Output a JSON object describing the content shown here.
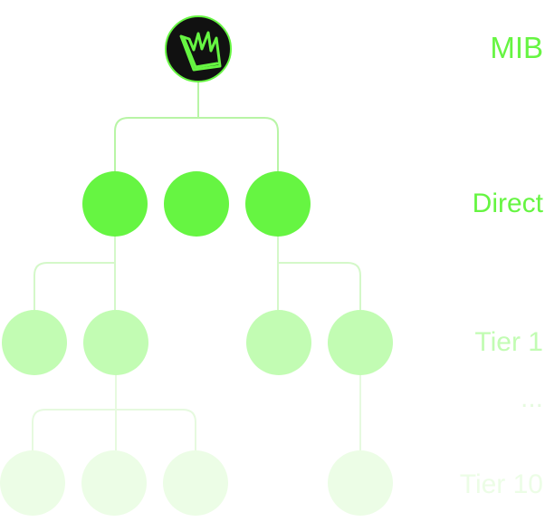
{
  "labels": {
    "root": "MIB",
    "direct": "Direct",
    "tier1": "Tier 1",
    "ellipsis": "...",
    "tier10": "Tier 10"
  },
  "colors": {
    "root_fill": "#111111",
    "root_stroke": "#66f542",
    "direct": "#66f542",
    "tier1": "#c2fcb3",
    "tier10": "#ecfde6",
    "line_direct": "#b8f5a6",
    "line_tier1": "#d4f8c9",
    "line_tier10": "#e6fadf"
  },
  "icons": {
    "root": "crown-icon"
  }
}
